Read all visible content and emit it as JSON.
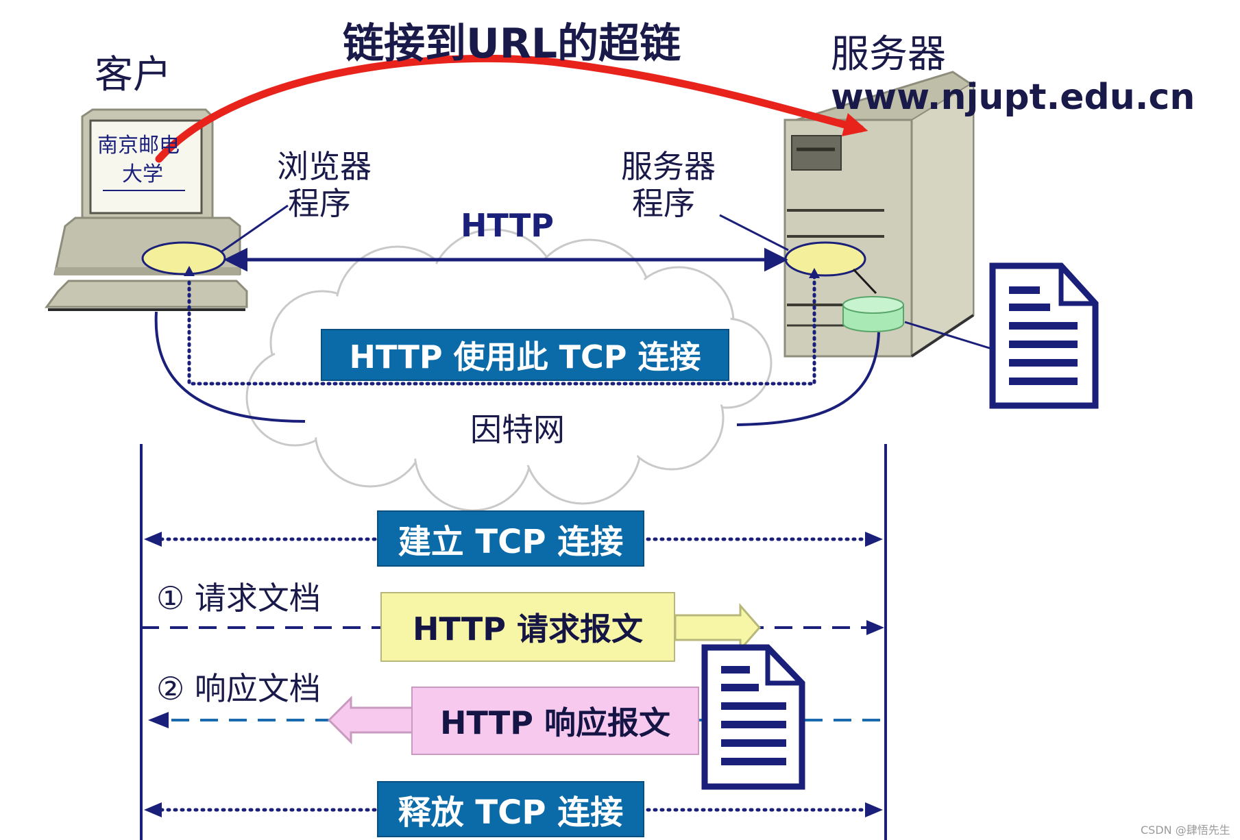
{
  "top_link_label": "链接到URL的超链",
  "client": {
    "label": "客户",
    "screen_line1": "南京邮电",
    "screen_line2": "大学",
    "browser_label_line1": "浏览器",
    "browser_label_line2": "程序"
  },
  "server": {
    "label": "服务器",
    "host": "www.njupt.edu.cn",
    "program_label_line1": "服务器",
    "program_label_line2": "程序"
  },
  "http_label": "HTTP",
  "tcp_used_label": "HTTP 使用此 TCP 连接",
  "internet_label": "因特网",
  "steps": {
    "establish": "建立 TCP 连接",
    "request_caption": "① 请求文档",
    "request_message": "HTTP 请求报文",
    "response_caption": "② 响应文档",
    "response_message": "HTTP 响应报文",
    "release": "释放 TCP 连接"
  },
  "watermark": "CSDN @肆悟先生",
  "colors": {
    "navy": "#1a1f7a",
    "red_arrow": "#e8231c",
    "label_blue": "#0b6aa8",
    "request_yellow": "#f6f6a6",
    "response_pink": "#f7c9ef",
    "ellipse_yellow": "#f4ef9a",
    "disk_green": "#a9e9b5",
    "machine_gray": "#c7c6b2"
  }
}
